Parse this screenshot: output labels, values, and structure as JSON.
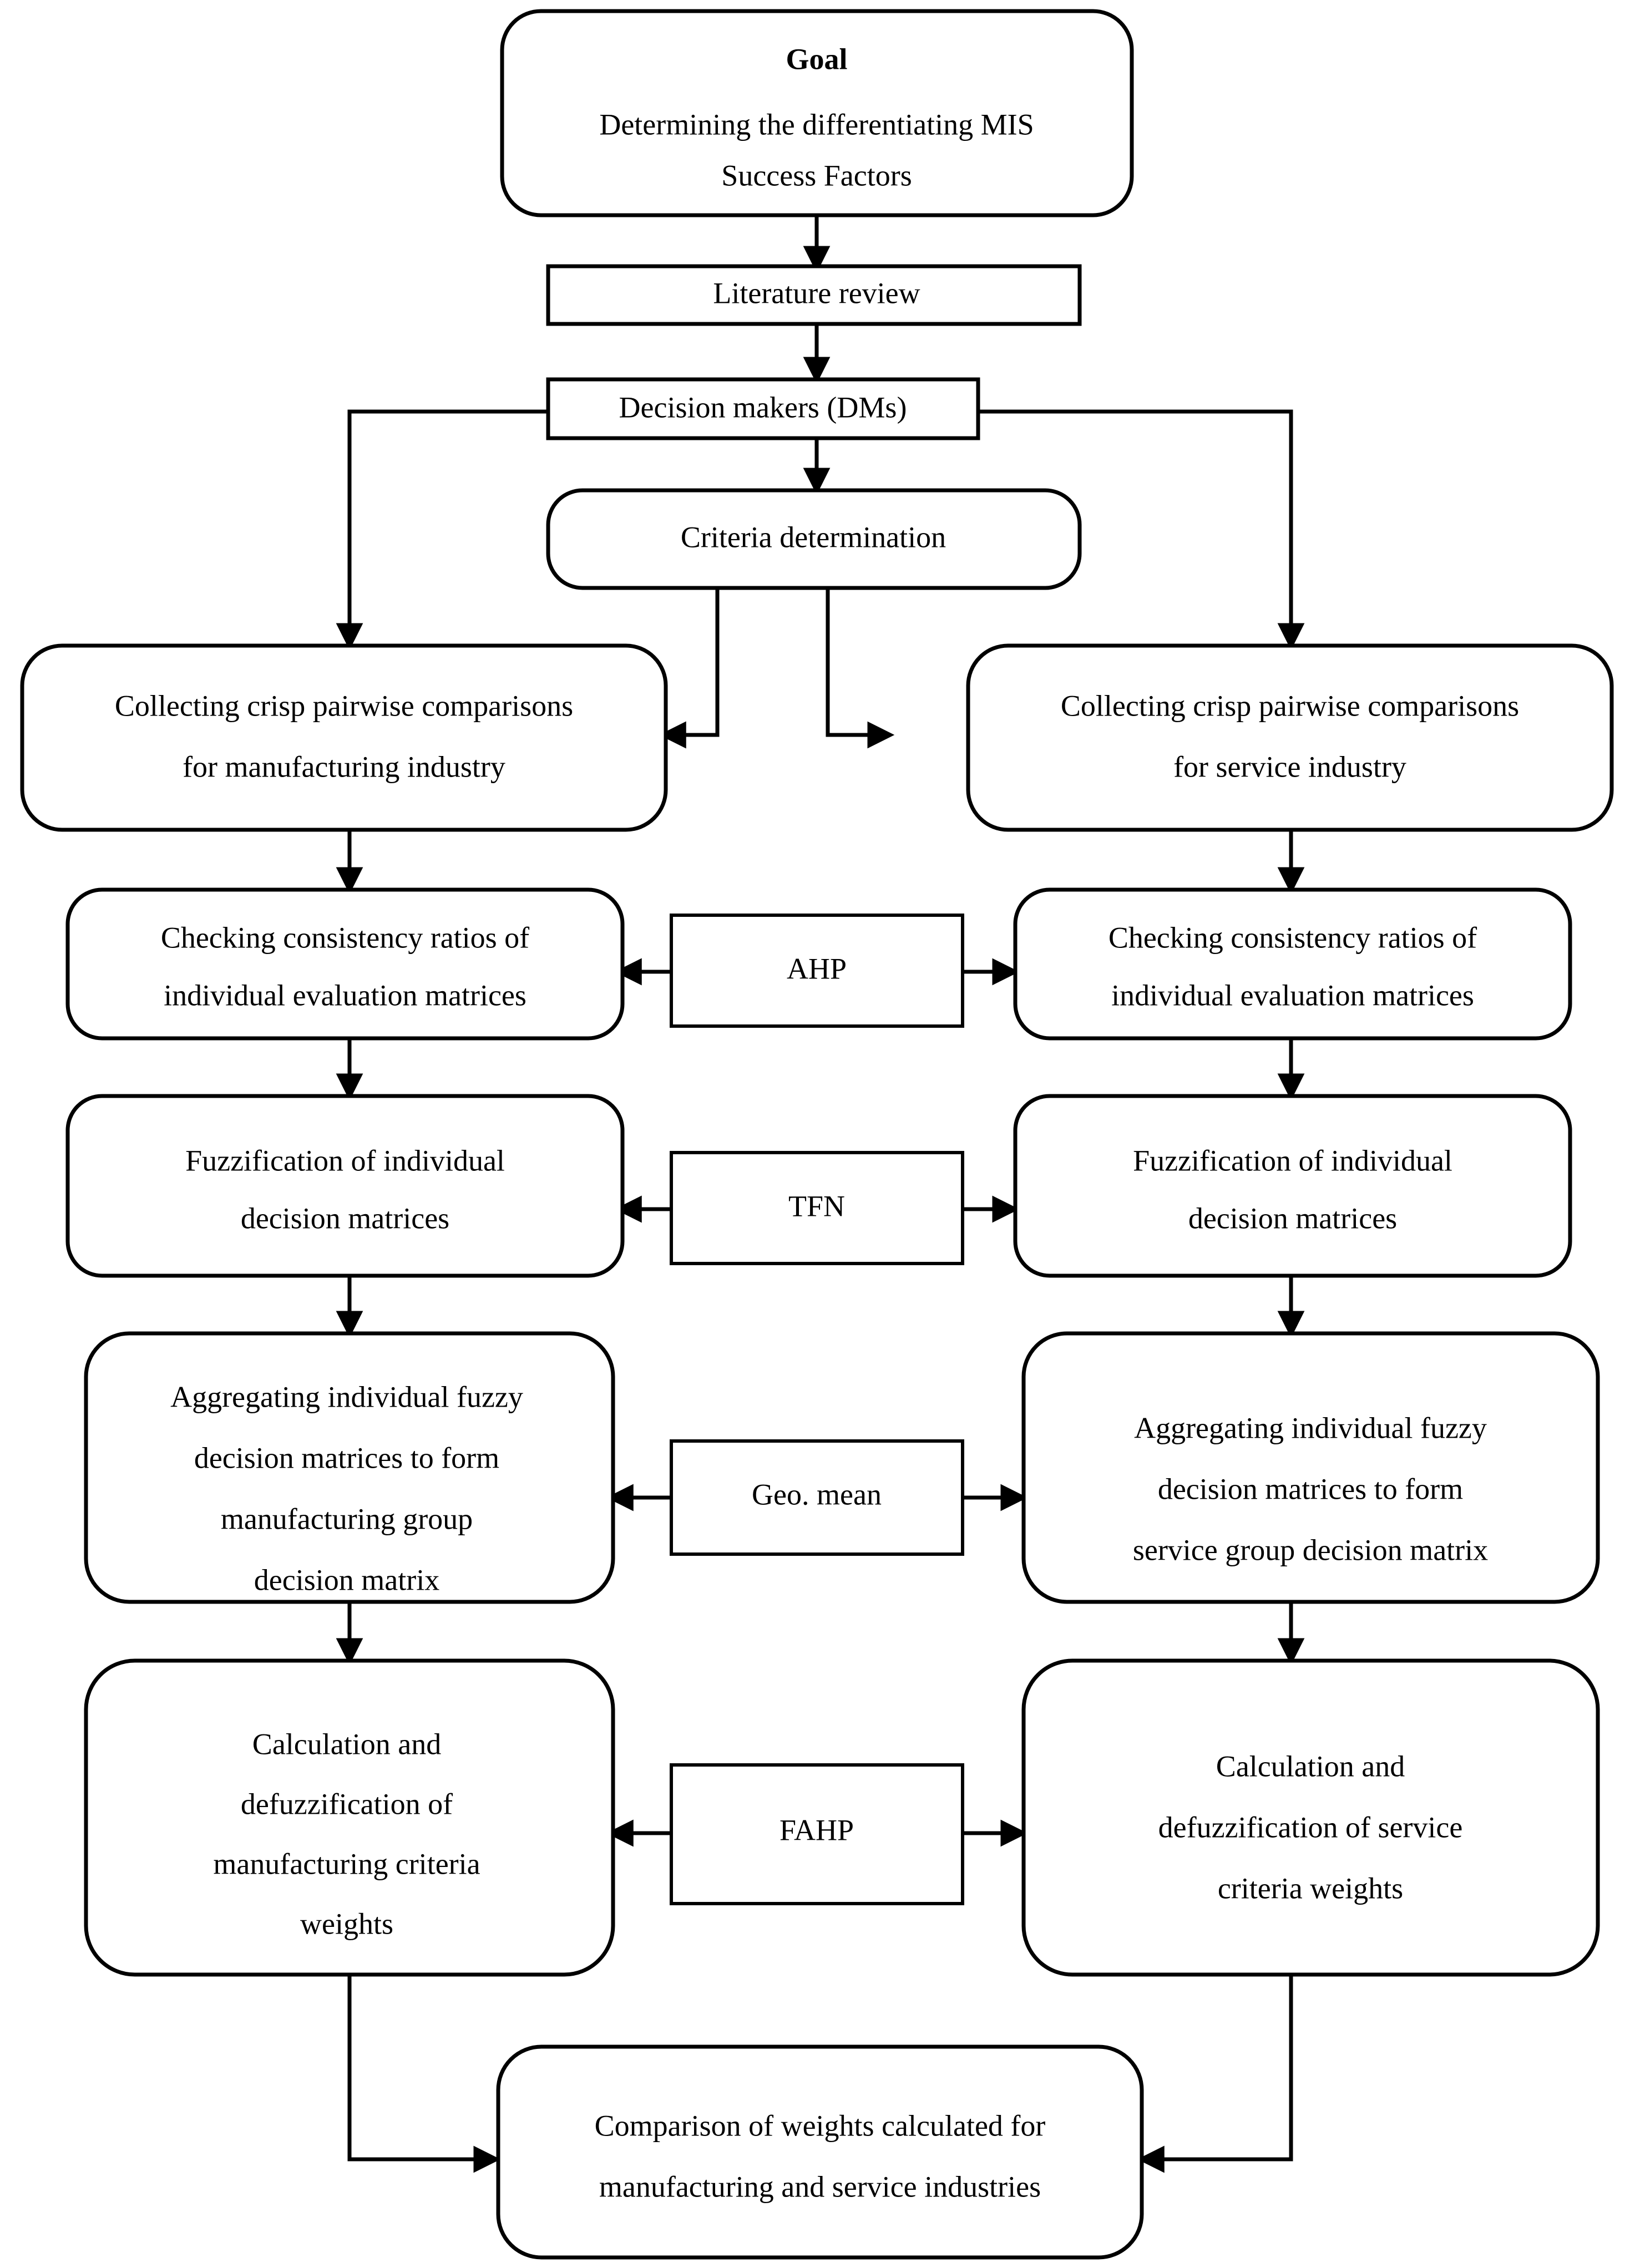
{
  "diagram": {
    "title": "MIS Success Factors FAHP methodology flowchart",
    "stroke_color": "#000000",
    "fill_color": "#ffffff",
    "text_color": "#000000"
  },
  "nodes": {
    "goal": {
      "heading": "Goal",
      "line1": "Determining the differentiating MIS",
      "line2": "Success Factors"
    },
    "literature_review": {
      "label": "Literature review"
    },
    "decision_makers": {
      "label": "Decision makers (DMs)"
    },
    "criteria_determination": {
      "label": "Criteria determination"
    },
    "collect_manufacturing": {
      "line1": "Collecting crisp pairwise comparisons",
      "line2": "for manufacturing industry"
    },
    "collect_service": {
      "line1": "Collecting crisp pairwise comparisons",
      "line2": "for service industry"
    },
    "check_cr_manufacturing": {
      "line1": "Checking consistency ratios of",
      "line2": "individual evaluation matrices"
    },
    "check_cr_service": {
      "line1": "Checking consistency ratios of",
      "line2": "individual evaluation matrices"
    },
    "ahp": {
      "label": "AHP"
    },
    "fuzzification_manufacturing": {
      "line1": "Fuzzification of individual",
      "line2": "decision matrices"
    },
    "fuzzification_service": {
      "line1": "Fuzzification of individual",
      "line2": "decision matrices"
    },
    "tfn": {
      "label": "TFN"
    },
    "aggregate_manufacturing": {
      "line1": "Aggregating individual fuzzy",
      "line2": "decision matrices to form",
      "line3": "manufacturing group",
      "line4": "decision matrix"
    },
    "aggregate_service": {
      "line1": "Aggregating individual fuzzy",
      "line2": "decision matrices to form",
      "line3": "service group decision matrix"
    },
    "geo_mean": {
      "label": "Geo. mean"
    },
    "weights_manufacturing": {
      "line1": "Calculation and",
      "line2": "defuzzification of",
      "line3": "manufacturing criteria",
      "line4": "weights"
    },
    "weights_service": {
      "line1": "Calculation and",
      "line2": "defuzzification of service",
      "line3": "criteria weights"
    },
    "fahp": {
      "label": "FAHP"
    },
    "comparison": {
      "line1": "Comparison of weights calculated for",
      "line2": "manufacturing and service industries"
    }
  }
}
